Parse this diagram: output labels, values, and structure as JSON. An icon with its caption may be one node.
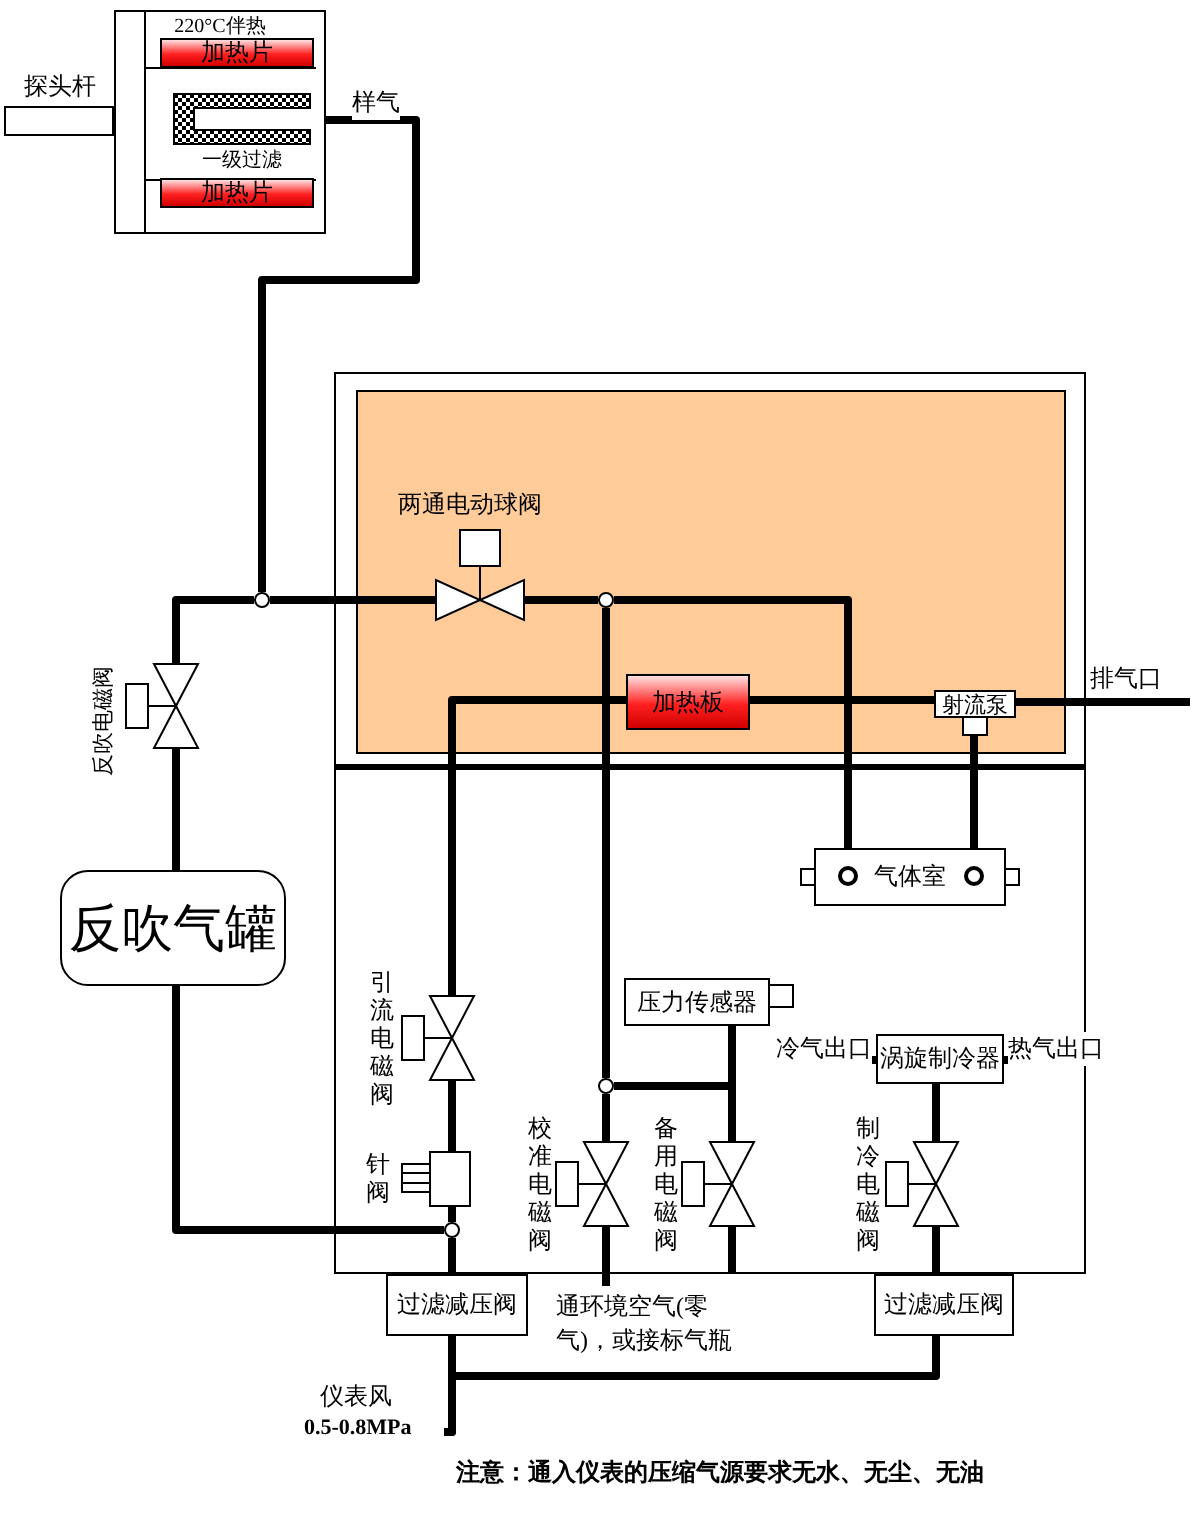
{
  "diagram": {
    "nodes": [
      {
        "text": [
          "220°C伴热"
        ]
      },
      {
        "text": [
          "加热片"
        ],
        "in": 0
      },
      {
        "text": [
          "一级过滤"
        ],
        "in": 0
      },
      {
        "text": [
          "加热片"
        ],
        "in": 0
      },
      {
        "text": [
          "探头杆"
        ]
      },
      {
        "text": [],
        "shape": "circle"
      },
      {
        "text": [
          "反吹电磁阀"
        ]
      },
      {
        "text": [
          "反吹气罐"
        ]
      },
      {
        "text": [],
        "shape": "box"
      },
      {
        "text": [],
        "shape": "box",
        "in": 8
      },
      {
        "text": [
          "两通电动球阀"
        ],
        "in": 9
      },
      {
        "text": [],
        "shape": "circle",
        "in": 9
      },
      {
        "text": [
          "加热板"
        ],
        "in": 9
      },
      {
        "text": [
          "射流泵"
        ],
        "in": 9
      },
      {
        "text": [
          "气体室"
        ],
        "in": 8
      },
      {
        "text": [
          "引流电磁阀"
        ],
        "in": 8
      },
      {
        "text": [
          "针阀"
        ],
        "in": 8
      },
      {
        "text": [],
        "shape": "circle",
        "in": 8
      },
      {
        "text": [
          "压力传感器"
        ],
        "in": 8
      },
      {
        "text": [],
        "shape": "circle",
        "in": 8
      },
      {
        "text": [
          "校准电磁阀"
        ],
        "in": 8
      },
      {
        "text": [
          "备用电磁阀"
        ],
        "in": 8
      },
      {
        "text": [
          "涡旋制冷器"
        ],
        "in": 8
      },
      {
        "text": [
          "制冷电磁阀"
        ],
        "in": 8
      },
      {
        "text": [
          "过滤减压阀"
        ]
      },
      {
        "text": [
          "过滤减压阀"
        ]
      },
      {
        "text": [
          "仪表风",
          "0.5-0.8MPa"
        ]
      }
    ],
    "edges": [
      {
        "from": 0,
        "to": 5,
        "arrow": "none",
        "label": "样气"
      },
      {
        "from": 5,
        "to": 10,
        "arrow": "none"
      },
      {
        "from": 5,
        "to": 6,
        "arrow": "none"
      },
      {
        "from": 6,
        "to": 7,
        "arrow": "none"
      },
      {
        "from": 7,
        "to": 17,
        "arrow": "none"
      },
      {
        "from": 10,
        "to": 11,
        "arrow": "none"
      },
      {
        "from": 11,
        "to": 14,
        "arrow": "none"
      },
      {
        "from": 11,
        "to": 19,
        "arrow": "none"
      },
      {
        "from": 14,
        "to": 13,
        "arrow": "none"
      },
      {
        "from": 13,
        "to": null,
        "arrow": "none",
        "label": "排气口"
      },
      {
        "from": 15,
        "to": 12,
        "arrow": "none"
      },
      {
        "from": 12,
        "to": 13,
        "arrow": "none"
      },
      {
        "from": 16,
        "to": 15,
        "arrow": "none"
      },
      {
        "from": 17,
        "to": 16,
        "arrow": "none"
      },
      {
        "from": 24,
        "to": 17,
        "arrow": "none"
      },
      {
        "from": 19,
        "to": 20,
        "arrow": "none"
      },
      {
        "from": 19,
        "to": 18,
        "arrow": "none"
      },
      {
        "from": 21,
        "to": 18,
        "arrow": "none"
      },
      {
        "from": 20,
        "to": null,
        "arrow": "none",
        "label": "通环境空气(零气)，或接标气瓶"
      },
      {
        "from": 21,
        "to": null,
        "arrow": "none"
      },
      {
        "from": 23,
        "to": 22,
        "arrow": "none"
      },
      {
        "from": 22,
        "to": null,
        "arrow": "none",
        "label": "冷气出口"
      },
      {
        "from": 22,
        "to": null,
        "arrow": "none",
        "label": "热气出口"
      },
      {
        "from": 25,
        "to": 23,
        "arrow": "none"
      },
      {
        "from": 26,
        "to": 24,
        "arrow": "none"
      },
      {
        "from": 26,
        "to": 25,
        "arrow": "none"
      }
    ],
    "labels": [
      "注意：通入仪表的压缩气源要求无水、无尘、无油"
    ]
  }
}
